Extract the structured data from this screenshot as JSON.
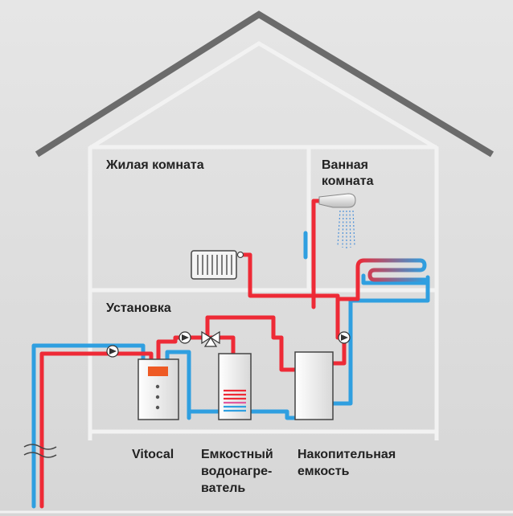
{
  "rooms": {
    "living": "Жилая комната",
    "bathroom_line1": "Ванная",
    "bathroom_line2": "комната",
    "installation": "Установка"
  },
  "captions": {
    "vitocal": "Vitocal",
    "tank_line1": "Емкостный",
    "tank_line2": "водонагре-",
    "tank_line3": "ватель",
    "storage_line1": "Накопительная",
    "storage_line2": "емкость"
  },
  "colors": {
    "hot": "#ee2a36",
    "cold": "#2f9fe0",
    "wall": "#f2f2f2",
    "roof": "#6b6b6b",
    "device": "#f2f2f2",
    "display": "#ee5a24"
  }
}
